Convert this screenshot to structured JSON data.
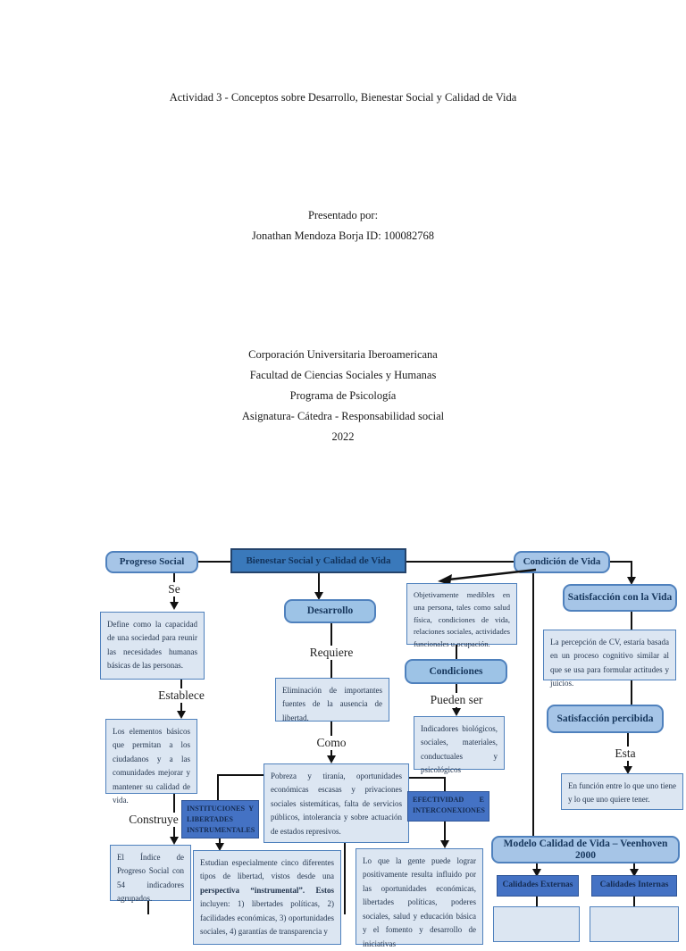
{
  "document": {
    "title": "Actividad 3 - Conceptos sobre Desarrollo, Bienestar Social y Calidad de Vida",
    "presented_by_label": "Presentado por:",
    "author": "Jonathan Mendoza Borja ID: 100082768",
    "institution": [
      "Corporación Universitaria Iberoamericana",
      "Facultad de Ciencias Sociales y Humanas",
      "Programa de Psicología",
      "Asignatura- Cátedra - Responsabilidad social",
      "2022"
    ]
  },
  "diagram": {
    "nodes": {
      "bienestar": "Bienestar Social y Calidad de Vida",
      "progreso": "Progreso Social",
      "condicion": "Condición de Vida",
      "desarrollo": "Desarrollo",
      "condiciones": "Condiciones",
      "satisfaccion_vida": "Satisfacción con la Vida",
      "satisfaccion_percibida": "Satisfacción percibida",
      "modelo": "Modelo Calidad de Vida – Veenhoven 2000",
      "instituciones": "INSTITUCIONES Y LIBERTADES INSTRUMENTALES",
      "efectividad": "EFECTIVIDAD E INTERCONEXIONES",
      "calidades_externas": "Calidades Externas",
      "calidades_internas": "Calidades Internas"
    },
    "labels": {
      "se": "Se",
      "establece": "Establece",
      "construye": "Construye",
      "requiere": "Requiere",
      "como": "Como",
      "pueden_ser": "Pueden ser",
      "esta": "Esta"
    },
    "texts": {
      "define": "Define como la capacidad de una sociedad para reunir las necesidades humanas básicas de las personas.",
      "elementos": "Los elementos básicos que permitan a los ciudadanos y a las comunidades mejorar y mantener su calidad de vida.",
      "indice": "El Índice de Progreso Social con 54 indicadores agrupados.",
      "eliminacion": "Eliminación de importantes fuentes de la ausencia de libertad.",
      "pobreza": "Pobreza y tiranía, oportunidades económicas escasas y privaciones sociales sistemáticas, falta de servicios públicos, intolerancia y sobre actuación de estados represivos.",
      "objetivamente": "Objetivamente medibles en una persona, tales como salud física, condiciones de vida, relaciones sociales, actividades funcionales u ocupación.",
      "indicadores": "Indicadores biológicos, sociales, materiales, conductuales y psicológicos",
      "percepcion": "La percepción de CV, estaría basada en un proceso cognitivo similar al que se usa para formular actitudes y juicios.",
      "funcion": "En función entre lo que uno tiene y lo que uno quiere tener.",
      "estudian_pre": "Estudian especialmente cinco diferentes tipos de libertad, vistos desde una ",
      "estudian_bold": "perspectiva “instrumental”. Estos",
      "estudian_post": " incluyen: 1) libertades políticas, 2) facilidades económicas, 3) oportunidades sociales, 4) garantías de transparencia y",
      "loque": "Lo que la gente puede lograr positivamente resulta influido por las oportunidades económicas, libertades políticas, poderes sociales, salud y educación básica y el fomento y desarrollo de iniciativas"
    },
    "colors": {
      "header_fill": "#a6c5e7",
      "main_fill": "#3a79bb",
      "dark_fill": "#4472c4",
      "textbox_fill": "#dce6f2",
      "border_blue": "#4f81bd",
      "connector": "#111111"
    }
  }
}
